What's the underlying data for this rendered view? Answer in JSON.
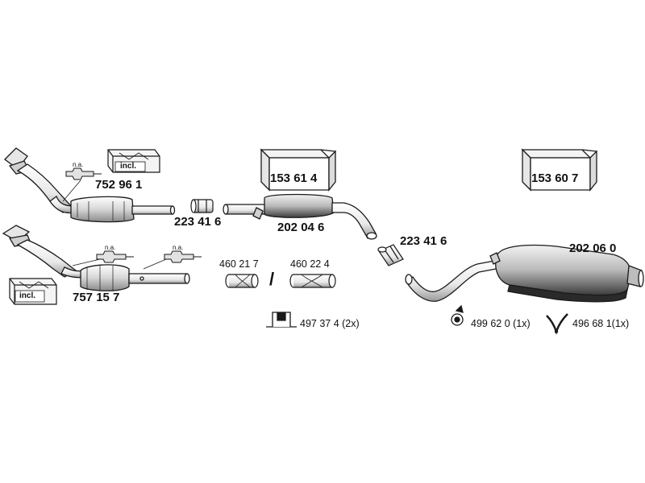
{
  "parts": {
    "p752961": "752 96 1",
    "p757157": "757 15 7",
    "p223416a": "223 41 6",
    "p202046": "202 04 6",
    "p223416b": "223 41 6",
    "p202060": "202 06 0",
    "p460217": "460 21 7",
    "p460224": "460 22 4",
    "p497374": "497 37 4 (2x)",
    "p499620": "499 62 0 (1x)",
    "p496681": "496 68 1(1x)"
  },
  "boxes": {
    "box153614": "153 61 4",
    "box153607": "153 60 7",
    "incl_top": "incl.",
    "incl_bottom": "incl."
  },
  "notes": {
    "na_1": "n.a.",
    "na_2": "n.a.",
    "na_3": "n.a.",
    "separator": "/"
  },
  "colors": {
    "line": "#1a1a1a",
    "fill_light": "#f4f4f4",
    "fill_shade": "#c9c9c9",
    "fill_dark": "#444444"
  }
}
